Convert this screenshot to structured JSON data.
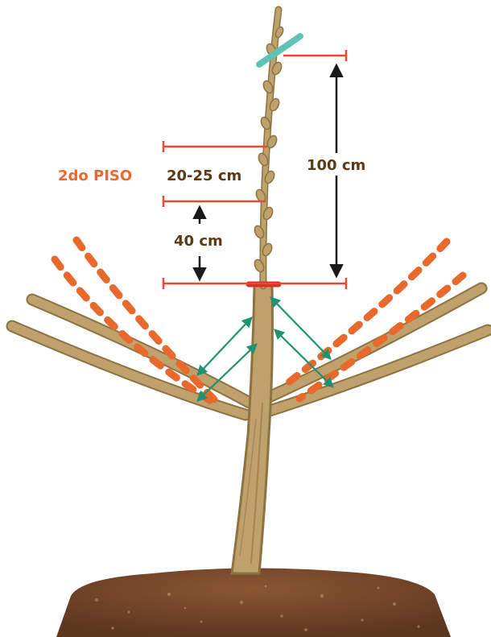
{
  "labels": {
    "floor": "2do PISO",
    "spacing": "20-25 cm",
    "height_total": "100 cm",
    "height_first": "40 cm"
  },
  "colors": {
    "floor_label": "#e8692b",
    "measure_label": "#5b3a16",
    "measure_line": "#e8492f",
    "arrow_black": "#1a1a1a",
    "angle_arrow": "#1f9270",
    "future_branch": "#e8692b",
    "cut_marker_top": "#5fc3b4",
    "cut_marker_bottom": "#d7312a",
    "trunk": "#bfa16b",
    "trunk_shade": "#8d7242",
    "soil": "#7a4a2a"
  },
  "icons": {
    "arrow": "double-headed-arrow-icon",
    "cut_marker": "cut-marker-icon",
    "tree": "pruned-tree-illustration"
  }
}
